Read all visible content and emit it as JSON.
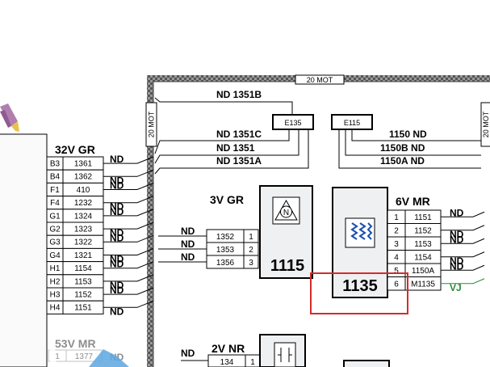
{
  "harness_label": "20 MOT",
  "connector_32v": {
    "title": "32V GR",
    "rows": [
      {
        "pin": "B3",
        "wire": "1361"
      },
      {
        "pin": "B4",
        "wire": "1362"
      },
      {
        "pin": "F1",
        "wire": "410"
      },
      {
        "pin": "F4",
        "wire": "1232"
      },
      {
        "pin": "G1",
        "wire": "1324"
      },
      {
        "pin": "G2",
        "wire": "1323"
      },
      {
        "pin": "G3",
        "wire": "1322"
      },
      {
        "pin": "G4",
        "wire": "1321"
      },
      {
        "pin": "H1",
        "wire": "1154"
      },
      {
        "pin": "H2",
        "wire": "1153"
      },
      {
        "pin": "H3",
        "wire": "1152"
      },
      {
        "pin": "H4",
        "wire": "1151"
      }
    ]
  },
  "nd": "ND",
  "connector_53v": {
    "title": "53V MR",
    "row_pin": "1",
    "row_wire": "1377"
  },
  "top_wires": {
    "w1351b": "ND 1351B",
    "w1351c": "ND 1351C",
    "w1351": "ND 1351",
    "w1351a": "ND 1351A",
    "w1150": "1150 ND",
    "w1150b": "1150B ND",
    "w1150a": "1150A ND"
  },
  "splices": {
    "left": "E135",
    "right": "E115"
  },
  "connector_3v": {
    "title": "3V GR",
    "rows": [
      {
        "wire": "1352",
        "pin": "1"
      },
      {
        "wire": "1353",
        "pin": "2"
      },
      {
        "wire": "1356",
        "pin": "3"
      }
    ]
  },
  "component_1115": {
    "number": "1115",
    "symbol_letter": "N"
  },
  "component_1135": {
    "number": "1135"
  },
  "connector_6v": {
    "title": "6V MR",
    "rows": [
      {
        "pin": "1",
        "wire": "1151",
        "right": "ND"
      },
      {
        "pin": "2",
        "wire": "1152",
        "right": "ND"
      },
      {
        "pin": "3",
        "wire": "1153",
        "right": "ND"
      },
      {
        "pin": "4",
        "wire": "1154",
        "right": "ND"
      },
      {
        "pin": "5",
        "wire": "1150A",
        "right": "ND"
      },
      {
        "pin": "6",
        "wire": "M1135",
        "right": "VJ"
      }
    ]
  },
  "connector_2v": {
    "title": "2V NR",
    "row_wire": "134",
    "row_pin": "1"
  },
  "colors": {
    "highlight": "#d62b2b",
    "vj_wire": "#2a8a3a",
    "harness_border": "#555555"
  }
}
